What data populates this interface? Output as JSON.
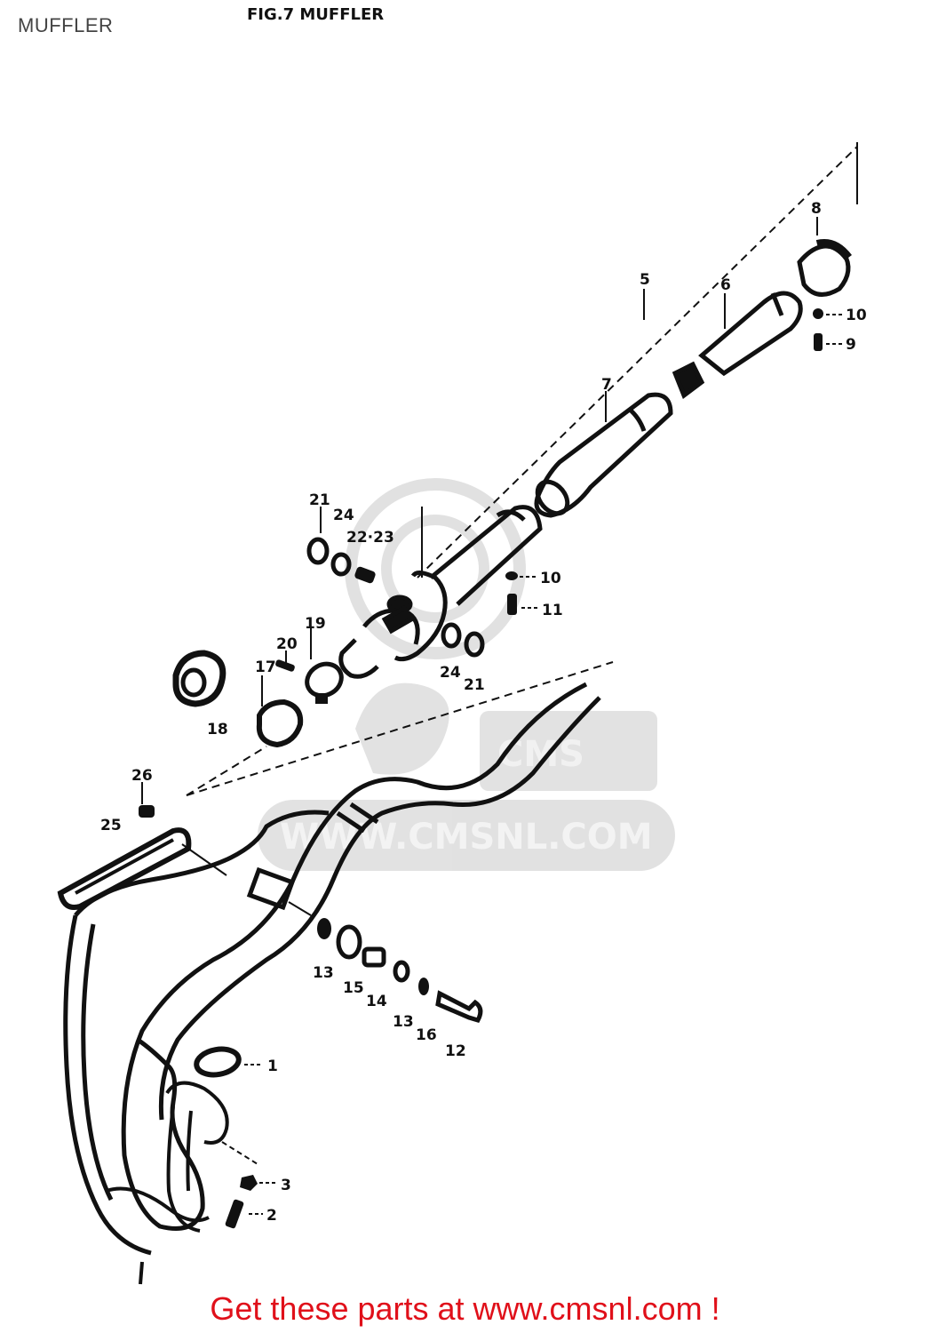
{
  "page": {
    "label": "MUFFLER",
    "figure_title": "FIG.7  MUFFLER"
  },
  "watermark": {
    "logo_text": "CMS",
    "url_text": "WWW.CMSNL.COM"
  },
  "footer": {
    "text": "Get these parts at www.cmsnl.com !",
    "color": "#e0101a"
  },
  "callouts": {
    "p1": "1",
    "p2": "2",
    "p3": "3",
    "p5": "5",
    "p6": "6",
    "p7": "7",
    "p8": "8",
    "p9": "9",
    "p10a": "10",
    "p10b": "10",
    "p11": "11",
    "p12": "12",
    "p13a": "13",
    "p13b": "13",
    "p14": "14",
    "p15": "15",
    "p16": "16",
    "p17": "17",
    "p18": "18",
    "p19": "19",
    "p20": "20",
    "p21a": "21",
    "p21b": "21",
    "p2223": "22·23",
    "p24a": "24",
    "p24b": "24",
    "p25": "25",
    "p26": "26"
  }
}
